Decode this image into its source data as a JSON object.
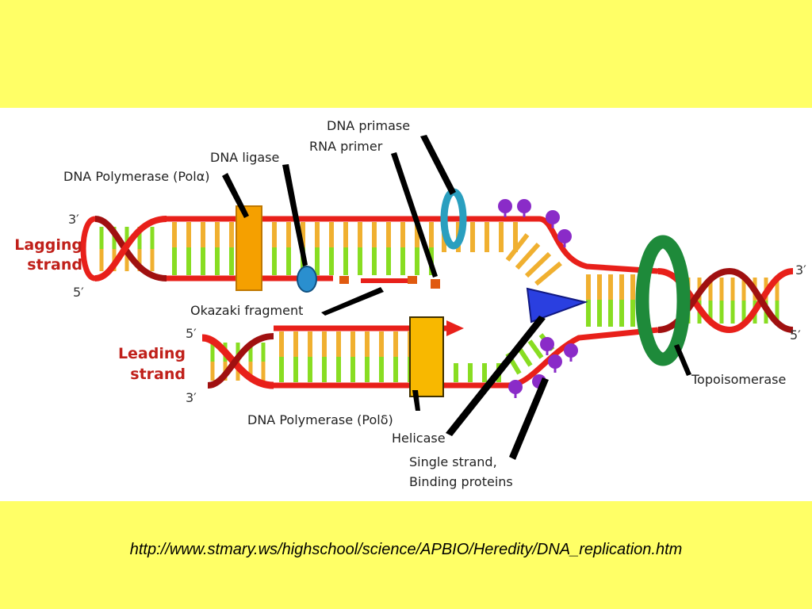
{
  "labels": {
    "dna_primase": "DNA primase",
    "rna_primer": "RNA primer",
    "dna_ligase": "DNA ligase",
    "polymerase_alpha": "DNA Polymerase (Polα)",
    "okazaki_fragment": "Okazaki fragment",
    "polymerase_delta": "DNA Polymerase (Polδ)",
    "helicase": "Helicase",
    "ssb_line1": "Single strand,",
    "ssb_line2": "Binding proteins",
    "topoisomerase": "Topoisomerase"
  },
  "strands": {
    "lagging_line1": "Lagging",
    "lagging_line2": "strand",
    "leading_line1": "Leading",
    "leading_line2": "strand"
  },
  "ends": {
    "lagging_top": "3′",
    "lagging_bottom": "5′",
    "leading_top": "5′",
    "leading_bottom": "3′",
    "right_top": "3′",
    "right_bottom": "5′"
  },
  "caption": "http://www.stmary.ws/highschool/science/APBIO/Heredity/DNA_replication.htm",
  "colors": {
    "background": "#FFFF66",
    "backbone": "#E8201A",
    "backbone_dark": "#A01010",
    "base_green": "#88DD22",
    "base_orange": "#F0B030",
    "polymerase": "#F5A000",
    "primase": "#2A9FBF",
    "ligase": "#2A8FCF",
    "helicase": "#2A3FE0",
    "topoisomerase": "#1E8A3A",
    "ssb": "#8A2BC8",
    "strand_label": "#C0201A"
  }
}
